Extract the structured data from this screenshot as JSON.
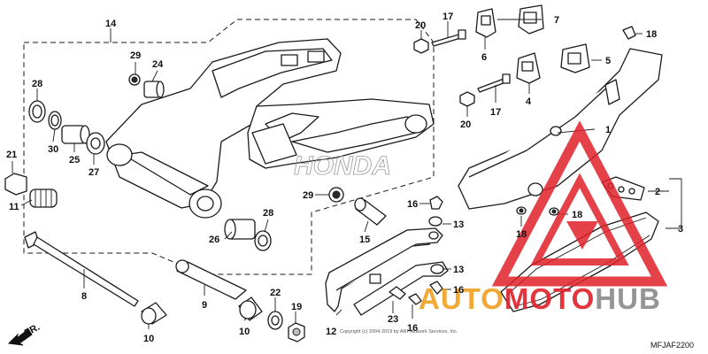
{
  "diagram": {
    "code": "MFJAF2200",
    "copyright": "Copyright (c) 2004-2019 by ARI Network Services, Inc.",
    "direction_label": "FR.",
    "callouts": [
      {
        "id": "c14",
        "text": "14"
      },
      {
        "id": "c29a",
        "text": "29"
      },
      {
        "id": "c24",
        "text": "24"
      },
      {
        "id": "c28a",
        "text": "28"
      },
      {
        "id": "c30",
        "text": "30"
      },
      {
        "id": "c25",
        "text": "25"
      },
      {
        "id": "c27",
        "text": "27"
      },
      {
        "id": "c21",
        "text": "21"
      },
      {
        "id": "c11",
        "text": "11"
      },
      {
        "id": "c8",
        "text": "8"
      },
      {
        "id": "c26",
        "text": "26"
      },
      {
        "id": "c28b",
        "text": "28"
      },
      {
        "id": "c9",
        "text": "9"
      },
      {
        "id": "c10a",
        "text": "10"
      },
      {
        "id": "c10b",
        "text": "10"
      },
      {
        "id": "c22",
        "text": "22"
      },
      {
        "id": "c19",
        "text": "19"
      },
      {
        "id": "c20a",
        "text": "20"
      },
      {
        "id": "c17a",
        "text": "17"
      },
      {
        "id": "c6",
        "text": "6"
      },
      {
        "id": "c7",
        "text": "7"
      },
      {
        "id": "c4",
        "text": "4"
      },
      {
        "id": "c5",
        "text": "5"
      },
      {
        "id": "c18a",
        "text": "18"
      },
      {
        "id": "c17b",
        "text": "17"
      },
      {
        "id": "c20b",
        "text": "20"
      },
      {
        "id": "c1",
        "text": "1"
      },
      {
        "id": "c2",
        "text": "2"
      },
      {
        "id": "c3",
        "text": "3"
      },
      {
        "id": "c18b",
        "text": "18"
      },
      {
        "id": "c18c",
        "text": "18"
      },
      {
        "id": "c29b",
        "text": "29"
      },
      {
        "id": "c15",
        "text": "15"
      },
      {
        "id": "c16a",
        "text": "16"
      },
      {
        "id": "c13a",
        "text": "13"
      },
      {
        "id": "c13b",
        "text": "13"
      },
      {
        "id": "c16b",
        "text": "16"
      },
      {
        "id": "c12",
        "text": "12"
      },
      {
        "id": "c23",
        "text": "23"
      },
      {
        "id": "c16c",
        "text": "16"
      }
    ]
  },
  "watermark": {
    "auto": "AUTO",
    "moto": "MOTO",
    "hub": "HUB",
    "colors": {
      "red": "#e0202a",
      "grey": "#8a8a8a",
      "orange": "#f0a020"
    }
  }
}
